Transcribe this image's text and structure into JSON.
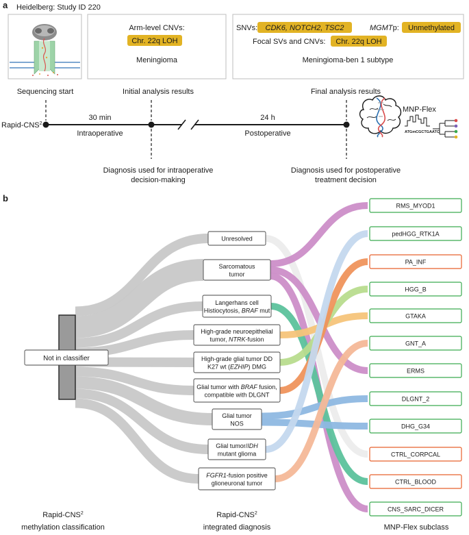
{
  "panel_a": {
    "label": "a",
    "study": "Heidelberg: Study ID 220",
    "box2": {
      "title": "Arm-level CNVs:",
      "tag": "Chr. 22q LOH",
      "result": "Meningioma"
    },
    "box3": {
      "snvs_label": "SNVs:",
      "snvs_tag": "CDK6, NOTCH2, TSC2",
      "mgmt_label": "MGMTp:",
      "mgmt_label_ital": "MGMT",
      "mgmt_label_rest": "p:",
      "mgmt_tag": "Unmethylated",
      "focal_label": "Focal SVs and CNVs:",
      "focal_tag": "Chr. 22q LOH",
      "result": "Meningioma-ben 1 subtype"
    },
    "seq_start": "Sequencing start",
    "initial_results": "Initial analysis results",
    "final_results": "Final analysis results",
    "rapid_cns": "Rapid-CNS",
    "rapid_cns_sup": "2",
    "time1": "30 min",
    "phase1": "Intraoperative",
    "time2": "24 h",
    "phase2": "Postoperative",
    "mnp_flex": "MNP-Flex",
    "dna_seq": "ATGmCGCTGAATC",
    "diag_intra_1": "Diagnosis used for intraoperative",
    "diag_intra_2": "decision-making",
    "diag_post_1": "Diagnosis used for postoperative",
    "diag_post_2": "treatment decision"
  },
  "panel_b": {
    "label": "b",
    "source": "Not in classifier",
    "middle": [
      {
        "lines": [
          [
            [
              "Unresolved",
              false
            ]
          ]
        ]
      },
      {
        "lines": [
          [
            [
              "Sarcomatous",
              false
            ]
          ],
          [
            [
              "tumor",
              false
            ]
          ]
        ]
      },
      {
        "lines": [
          [
            [
              "Langerhans cell",
              false
            ]
          ],
          [
            [
              "Histiocytosis, ",
              false
            ],
            [
              "BRAF",
              true
            ],
            [
              " mut",
              false
            ]
          ]
        ]
      },
      {
        "lines": [
          [
            [
              "High-grade neuroepithelial",
              false
            ]
          ],
          [
            [
              "tumor, ",
              false
            ],
            [
              "NTRK",
              true
            ],
            [
              "-fusion",
              false
            ]
          ]
        ]
      },
      {
        "lines": [
          [
            [
              "High-grade glial tumor DD",
              false
            ]
          ],
          [
            [
              "K27 wt (",
              false
            ],
            [
              "EZHIP",
              true
            ],
            [
              ") DMG",
              false
            ]
          ]
        ]
      },
      {
        "lines": [
          [
            [
              "Glial tumor with ",
              false
            ],
            [
              "BRAF",
              true
            ],
            [
              " fusion,",
              false
            ]
          ],
          [
            [
              "compatible with DLGNT",
              false
            ]
          ]
        ]
      },
      {
        "lines": [
          [
            [
              "Glial tumor",
              false
            ]
          ],
          [
            [
              "NOS",
              false
            ]
          ]
        ]
      },
      {
        "lines": [
          [
            [
              "Glial tumor/",
              false
            ],
            [
              "IDH",
              true
            ]
          ],
          [
            [
              "mutant glioma",
              false
            ]
          ]
        ]
      },
      {
        "lines": [
          [
            [
              "FGFR1",
              true
            ],
            [
              "-fusion positive",
              false
            ]
          ],
          [
            [
              "glioneuronal tumor",
              false
            ]
          ]
        ]
      }
    ],
    "subclasses": [
      {
        "label": "RMS_MYOD1",
        "color": "#3aaa4f"
      },
      {
        "label": "pedHGG_RTK1A",
        "color": "#3aaa4f"
      },
      {
        "label": "PA_INF",
        "color": "#e8602c"
      },
      {
        "label": "HGG_B",
        "color": "#3aaa4f"
      },
      {
        "label": "GTAKA",
        "color": "#3aaa4f"
      },
      {
        "label": "GNT_A",
        "color": "#3aaa4f"
      },
      {
        "label": "ERMS",
        "color": "#3aaa4f"
      },
      {
        "label": "DLGNT_2",
        "color": "#3aaa4f"
      },
      {
        "label": "DHG_G34",
        "color": "#3aaa4f"
      },
      {
        "label": "CTRL_CORPCAL",
        "color": "#e8602c"
      },
      {
        "label": "CTRL_BLOOD",
        "color": "#e8602c"
      },
      {
        "label": "CNS_SARC_DICER",
        "color": "#3aaa4f"
      }
    ],
    "flows": [
      {
        "from": 0,
        "to": 9,
        "color": "#ececec"
      },
      {
        "from": 1,
        "to": 0,
        "color": "#cc8ec8"
      },
      {
        "from": 1,
        "to": 6,
        "color": "#cc8ec8"
      },
      {
        "from": 1,
        "to": 11,
        "color": "#cc8ec8"
      },
      {
        "from": 2,
        "to": 10,
        "color": "#5cc29c"
      },
      {
        "from": 3,
        "to": 4,
        "color": "#f5c47a"
      },
      {
        "from": 4,
        "to": 3,
        "color": "#b8dc8e"
      },
      {
        "from": 5,
        "to": 2,
        "color": "#ef935c"
      },
      {
        "from": 6,
        "to": 7,
        "color": "#8eb8e2"
      },
      {
        "from": 6,
        "to": 8,
        "color": "#8eb8e2"
      },
      {
        "from": 7,
        "to": 1,
        "color": "#c4d8ee"
      },
      {
        "from": 8,
        "to": 5,
        "color": "#f4b898"
      }
    ],
    "footer_left_1": "Rapid-CNS",
    "footer_left_sup": "2",
    "footer_left_2": "methylation classification",
    "footer_mid_1": "Rapid-CNS",
    "footer_mid_sup": "2",
    "footer_mid_2": "integrated diagnosis",
    "footer_right": "MNP-Flex subclass"
  }
}
